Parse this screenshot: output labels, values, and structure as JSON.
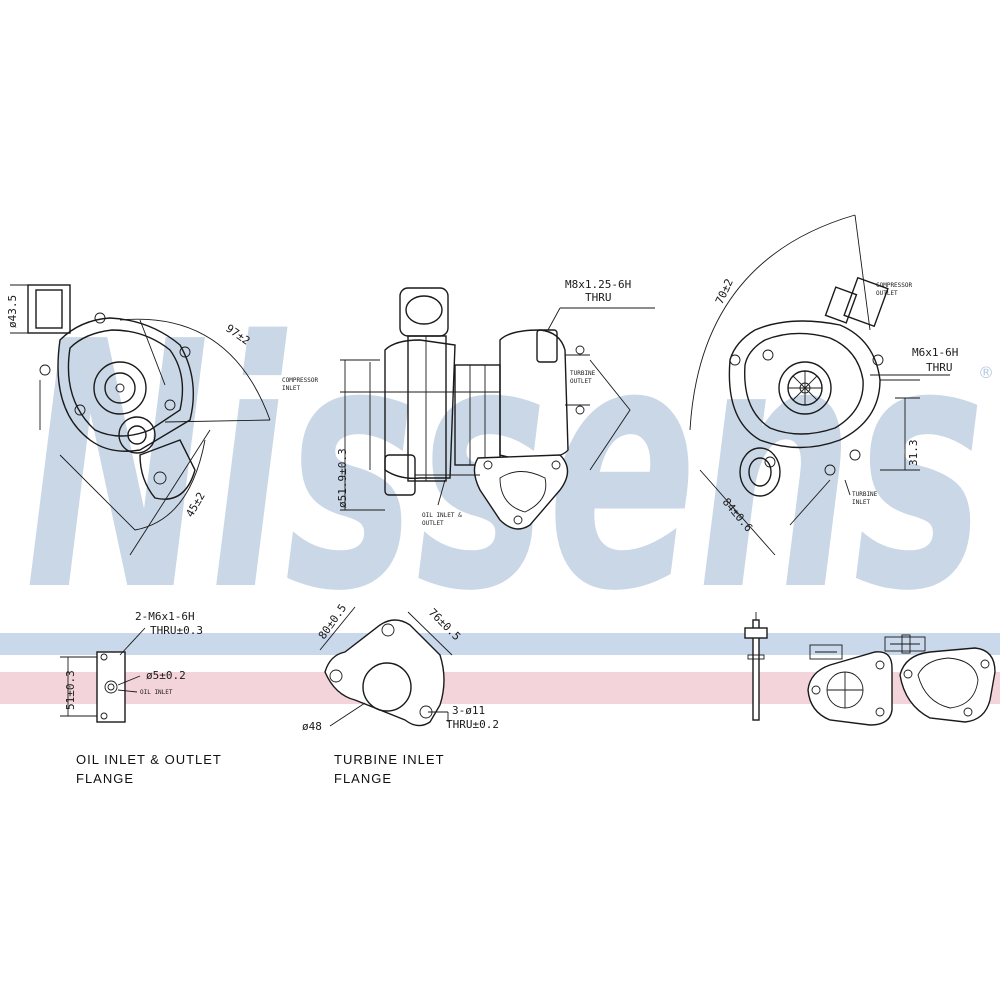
{
  "watermark": {
    "text": "Nissens",
    "registered_mark": "®",
    "color": "#b8cadf"
  },
  "bands": {
    "blue": "#c9d8ea",
    "pink": "#f2d4da"
  },
  "top_views": {
    "left": {
      "dia_435": "ø43.5",
      "dim_97": "97±2",
      "dim_45": "45±2"
    },
    "center": {
      "thread_top": "M8x1.25-6H",
      "thread_top_2": "THRU",
      "compressor_inlet_1": "COMPRESSOR",
      "compressor_inlet_2": "INLET",
      "turbine_outlet_1": "TURBINE",
      "turbine_outlet_2": "OUTLET",
      "dia_51": "ø51.9±0.3",
      "oil_1": "OIL INLET &",
      "oil_2": "OUTLET"
    },
    "right": {
      "compressor_outlet_1": "COMPRESSOR",
      "compressor_outlet_2": "OUTLET",
      "thread_1": "M6x1-6H",
      "thread_2": "THRU",
      "dim_70": "70±2",
      "dim_313": "31.3",
      "dim_84": "84±0.6",
      "turbine_inlet_1": "TURBINE",
      "turbine_inlet_2": "INLET"
    }
  },
  "oil_flange": {
    "thread_1": "2-M6x1-6H",
    "thread_2": "THRU±0.3",
    "hole": "ø5±0.2",
    "oil_inlet": "OIL INLET",
    "dim_51": "51±0.3",
    "caption_1": "OIL INLET & OUTLET",
    "caption_2": "FLANGE"
  },
  "turbine_flange": {
    "dim_80": "80±0.5",
    "dim_76": "76±0.5",
    "dia_48": "ø48",
    "holes_1": "3-ø11",
    "holes_2": "THRU±0.2",
    "caption_1": "TURBINE INLET",
    "caption_2": "FLANGE"
  }
}
